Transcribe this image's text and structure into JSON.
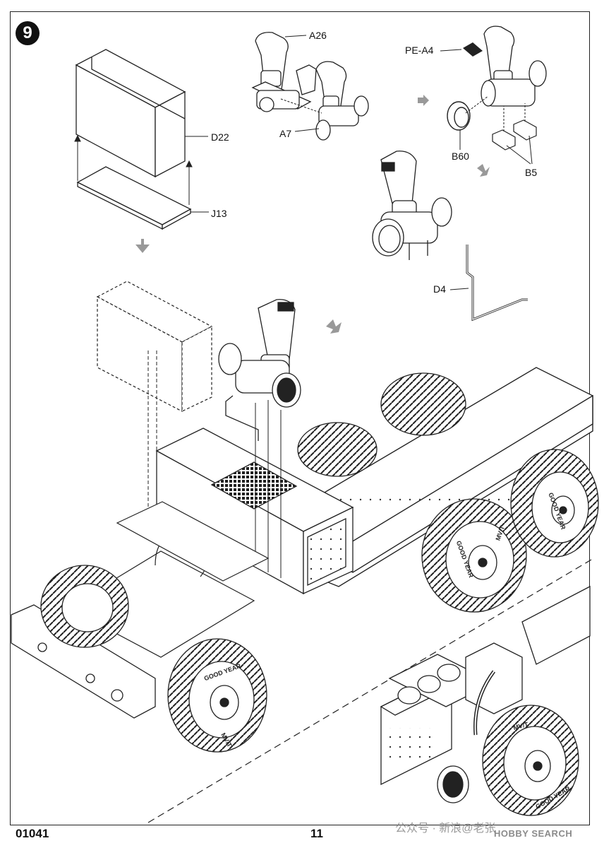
{
  "step": {
    "number": "9"
  },
  "parts": {
    "a26": "A26",
    "a7": "A7",
    "pe_a4": "PE-A4",
    "b60": "B60",
    "b5": "B5",
    "d22": "D22",
    "j13": "J13",
    "d4": "D4"
  },
  "tyre_text": {
    "brand": "GOOD YEAR",
    "model": "MV/T"
  },
  "footer": {
    "code": "01041",
    "page": "11"
  },
  "watermarks": {
    "wechat": "公众号 · 新浪@老张",
    "hobbysearch": "HOBBY SEARCH"
  }
}
